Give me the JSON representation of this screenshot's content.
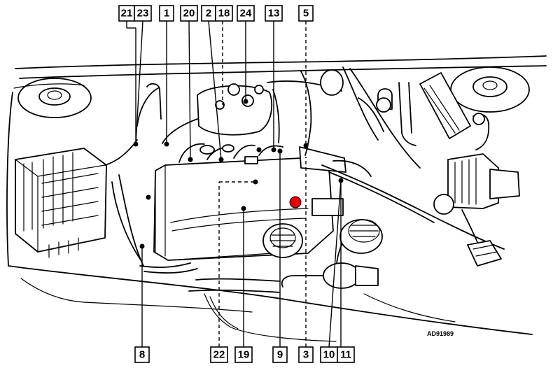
{
  "diagram": {
    "reference_code": "AD91989",
    "marker_color": "#e60000",
    "top_callouts": [
      "21",
      "23",
      "1",
      "20",
      "2",
      "18",
      "24",
      "13",
      "5"
    ],
    "bottom_callouts": [
      "8",
      "22",
      "19",
      "9",
      "3",
      "10",
      "11"
    ]
  }
}
